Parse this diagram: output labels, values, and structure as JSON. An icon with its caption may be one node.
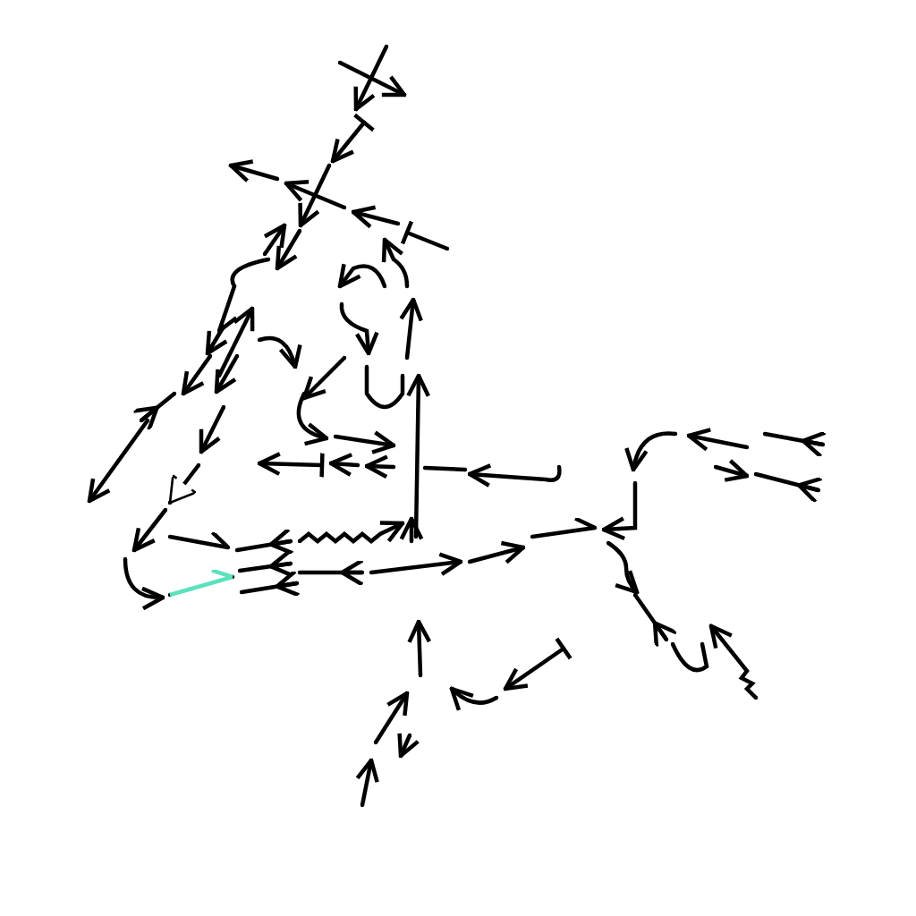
{
  "diagram": {
    "nodes": [
      {
        "text": [],
        "shape": "point"
      },
      {
        "text": [],
        "shape": "point"
      },
      {
        "text": [],
        "shape": "point"
      },
      {
        "text": [],
        "shape": "point"
      },
      {
        "text": [],
        "shape": "point"
      },
      {
        "text": [],
        "shape": "point"
      },
      {
        "text": [],
        "shape": "point"
      },
      {
        "text": [],
        "shape": "point"
      },
      {
        "text": [],
        "shape": "point"
      },
      {
        "text": [],
        "shape": "point"
      },
      {
        "text": [],
        "shape": "point"
      },
      {
        "text": [],
        "shape": "point"
      },
      {
        "text": [],
        "shape": "point"
      },
      {
        "text": [],
        "shape": "point"
      },
      {
        "text": [],
        "shape": "point"
      },
      {
        "text": [],
        "shape": "point"
      },
      {
        "text": [],
        "shape": "point"
      },
      {
        "text": [],
        "shape": "point"
      },
      {
        "text": [],
        "shape": "point"
      },
      {
        "text": [],
        "shape": "point"
      },
      {
        "text": [],
        "shape": "point"
      },
      {
        "text": [],
        "shape": "point"
      },
      {
        "text": [],
        "shape": "point"
      },
      {
        "text": [],
        "shape": "point"
      },
      {
        "text": [],
        "shape": "point"
      },
      {
        "text": [],
        "shape": "point"
      },
      {
        "text": [],
        "shape": "point"
      },
      {
        "text": [],
        "shape": "point"
      },
      {
        "text": [],
        "shape": "point"
      },
      {
        "text": [],
        "shape": "point"
      },
      {
        "text": [],
        "shape": "point"
      },
      {
        "text": [],
        "shape": "point"
      },
      {
        "text": [],
        "shape": "point"
      },
      {
        "text": [],
        "shape": "point"
      },
      {
        "text": [],
        "shape": "point"
      },
      {
        "text": [],
        "shape": "point"
      },
      {
        "text": [],
        "shape": "point"
      },
      {
        "text": [],
        "shape": "point"
      },
      {
        "text": [],
        "shape": "point"
      },
      {
        "text": [],
        "shape": "point"
      },
      {
        "text": [],
        "shape": "point"
      },
      {
        "text": [],
        "shape": "point"
      },
      {
        "text": [],
        "shape": "point"
      },
      {
        "text": [],
        "shape": "point"
      },
      {
        "text": [],
        "shape": "point"
      },
      {
        "text": [],
        "shape": "point"
      },
      {
        "text": [],
        "shape": "point"
      },
      {
        "text": [],
        "shape": "point"
      },
      {
        "text": [],
        "shape": "point"
      },
      {
        "text": [],
        "shape": "point"
      },
      {
        "text": [],
        "shape": "point"
      },
      {
        "text": [],
        "shape": "point"
      },
      {
        "text": [],
        "shape": "point"
      },
      {
        "text": [],
        "shape": "point"
      },
      {
        "text": [],
        "shape": "point"
      },
      {
        "text": [],
        "shape": "point"
      },
      {
        "text": [],
        "shape": "point"
      },
      {
        "text": [],
        "shape": "point"
      },
      {
        "text": [],
        "shape": "point"
      },
      {
        "text": [],
        "shape": "point"
      },
      {
        "text": [],
        "shape": "point"
      },
      {
        "text": [],
        "shape": "point"
      },
      {
        "text": [],
        "shape": "point"
      },
      {
        "text": [],
        "shape": "point"
      },
      {
        "text": [],
        "shape": "point"
      },
      {
        "text": [],
        "shape": "point"
      },
      {
        "text": [],
        "shape": "point"
      },
      {
        "text": [],
        "shape": "point"
      },
      {
        "text": [],
        "shape": "point"
      },
      {
        "text": [],
        "shape": "point"
      },
      {
        "text": [],
        "shape": "point"
      },
      {
        "text": [],
        "shape": "point"
      },
      {
        "text": [],
        "shape": "point"
      },
      {
        "text": [],
        "shape": "point"
      },
      {
        "text": [],
        "shape": "point"
      },
      {
        "text": [],
        "shape": "point"
      },
      {
        "text": [],
        "shape": "point"
      },
      {
        "text": [],
        "shape": "point"
      },
      {
        "text": [],
        "shape": "point"
      },
      {
        "text": [],
        "shape": "point"
      },
      {
        "text": [],
        "shape": "point"
      },
      {
        "text": [],
        "shape": "point"
      },
      {
        "text": [],
        "shape": "point"
      },
      {
        "text": [],
        "shape": "point"
      },
      {
        "text": [],
        "shape": "point"
      },
      {
        "text": [],
        "shape": "point"
      },
      {
        "text": [],
        "shape": "point"
      },
      {
        "text": [],
        "shape": "point"
      },
      {
        "text": [],
        "shape": "point"
      },
      {
        "text": [],
        "shape": "point"
      },
      {
        "text": [],
        "shape": "point"
      },
      {
        "text": [],
        "shape": "point"
      },
      {
        "text": [],
        "shape": "point"
      },
      {
        "text": [],
        "shape": "point"
      },
      {
        "text": [],
        "shape": "point"
      },
      {
        "text": [],
        "shape": "point"
      },
      {
        "text": [],
        "shape": "point"
      },
      {
        "text": [],
        "shape": "point"
      },
      {
        "text": [],
        "shape": "point"
      },
      {
        "text": [],
        "shape": "point"
      },
      {
        "text": [],
        "shape": "point"
      },
      {
        "text": [],
        "shape": "point"
      },
      {
        "text": [],
        "shape": "point"
      },
      {
        "text": [],
        "shape": "point"
      },
      {
        "text": [],
        "shape": "point"
      },
      {
        "text": [],
        "shape": "point"
      },
      {
        "text": [],
        "shape": "point"
      },
      {
        "text": [],
        "shape": "point"
      },
      {
        "text": [],
        "shape": "point"
      },
      {
        "text": [],
        "shape": "point"
      },
      {
        "text": [],
        "shape": "point"
      },
      {
        "text": [],
        "shape": "point"
      },
      {
        "text": [],
        "shape": "point"
      },
      {
        "text": [],
        "shape": "point"
      },
      {
        "text": [],
        "shape": "point"
      },
      {
        "text": [],
        "shape": "point"
      },
      {
        "text": [],
        "shape": "point"
      },
      {
        "text": [],
        "shape": "point"
      },
      {
        "text": [],
        "shape": "point"
      },
      {
        "text": [],
        "shape": "point"
      },
      {
        "text": [],
        "shape": "point"
      },
      {
        "text": [],
        "shape": "point"
      },
      {
        "text": [],
        "shape": "point"
      },
      {
        "text": [],
        "shape": "point"
      },
      {
        "text": [],
        "shape": "point"
      },
      {
        "text": [],
        "shape": "point"
      }
    ],
    "edges": [
      {
        "from": 0,
        "to": 1,
        "arrow": "to"
      },
      {
        "from": 2,
        "to": 3,
        "arrow": "to"
      },
      {
        "from": 4,
        "to": 5,
        "arrow": "to"
      },
      {
        "from": 6,
        "to": 7,
        "arrow": "to"
      },
      {
        "from": 8,
        "to": 9,
        "arrow": "to"
      },
      {
        "from": 10,
        "to": 11,
        "arrow": "to"
      },
      {
        "from": 12,
        "to": 13,
        "arrow": "to"
      },
      {
        "from": 14,
        "to": 15,
        "arrow": "other"
      },
      {
        "from": 16,
        "to": 17,
        "arrow": "to"
      },
      {
        "from": 18,
        "to": 19,
        "arrow": "to"
      },
      {
        "from": 20,
        "to": 21,
        "arrow": "other"
      },
      {
        "from": 22,
        "to": 23,
        "arrow": "to"
      },
      {
        "from": 24,
        "to": 25,
        "arrow": "to"
      },
      {
        "from": 26,
        "to": 27,
        "arrow": "other"
      },
      {
        "from": 28,
        "to": 29,
        "arrow": "to"
      },
      {
        "from": 30,
        "to": 31,
        "arrow": "to"
      },
      {
        "from": 32,
        "to": 33,
        "arrow": "to"
      },
      {
        "from": 34,
        "to": 35,
        "arrow": "to"
      },
      {
        "from": 36,
        "to": 37,
        "arrow": "to"
      },
      {
        "from": 38,
        "to": 39,
        "arrow": "to"
      },
      {
        "from": 40,
        "to": 41,
        "arrow": "to"
      },
      {
        "from": 42,
        "to": 43,
        "arrow": "to"
      },
      {
        "from": 44,
        "to": 45,
        "arrow": "to"
      },
      {
        "from": 46,
        "to": 47,
        "arrow": "to"
      },
      {
        "from": 48,
        "to": 49,
        "arrow": "to"
      },
      {
        "from": 50,
        "to": 51,
        "arrow": "to"
      },
      {
        "from": 52,
        "to": 53,
        "arrow": "to"
      },
      {
        "from": 54,
        "to": 55,
        "arrow": "to"
      },
      {
        "from": 56,
        "to": 57,
        "arrow": "none"
      },
      {
        "from": 58,
        "to": 59,
        "arrow": "to"
      },
      {
        "from": 60,
        "to": 61,
        "arrow": "to"
      },
      {
        "from": 62,
        "to": 63,
        "arrow": "to"
      },
      {
        "from": 64,
        "to": 65,
        "arrow": "to"
      },
      {
        "from": 66,
        "to": 67,
        "arrow": "to"
      },
      {
        "from": 68,
        "to": 69,
        "arrow": "none"
      },
      {
        "from": 70,
        "to": 71,
        "arrow": "other"
      },
      {
        "from": 72,
        "to": 73,
        "arrow": "other",
        "color": "#5ce1bd"
      },
      {
        "from": 74,
        "to": 75,
        "arrow": "other"
      },
      {
        "from": 76,
        "to": 77,
        "arrow": "other"
      },
      {
        "from": 78,
        "to": 79,
        "arrow": "other"
      },
      {
        "from": 80,
        "to": 81,
        "arrow": "to"
      },
      {
        "from": 82,
        "to": 83,
        "arrow": "other"
      },
      {
        "from": 84,
        "to": 85,
        "arrow": "to"
      },
      {
        "from": 86,
        "to": 87,
        "arrow": "to"
      },
      {
        "from": 88,
        "to": 89,
        "arrow": "to"
      },
      {
        "from": 90,
        "to": 91,
        "arrow": "to"
      },
      {
        "from": 92,
        "to": 93,
        "arrow": "other"
      },
      {
        "from": 94,
        "to": 95,
        "arrow": "to"
      },
      {
        "from": 96,
        "to": 97,
        "arrow": "to"
      },
      {
        "from": 98,
        "to": 99,
        "arrow": "to"
      },
      {
        "from": 100,
        "to": 101,
        "arrow": "other"
      },
      {
        "from": 102,
        "to": 103,
        "arrow": "to"
      },
      {
        "from": 104,
        "to": 105,
        "arrow": "other"
      },
      {
        "from": 106,
        "to": 107,
        "arrow": "to"
      },
      {
        "from": 108,
        "to": 109,
        "arrow": "other"
      },
      {
        "from": 110,
        "to": 111,
        "arrow": "none"
      },
      {
        "from": 112,
        "to": 113,
        "arrow": "to"
      },
      {
        "from": 114,
        "to": 115,
        "arrow": "to"
      },
      {
        "from": 116,
        "to": 117,
        "arrow": "to"
      },
      {
        "from": 118,
        "to": 119,
        "arrow": "to"
      },
      {
        "from": 120,
        "to": 121,
        "arrow": "to"
      },
      {
        "from": 122,
        "to": 123,
        "arrow": "to"
      },
      {
        "from": 124,
        "to": 125,
        "arrow": "to"
      }
    ]
  }
}
